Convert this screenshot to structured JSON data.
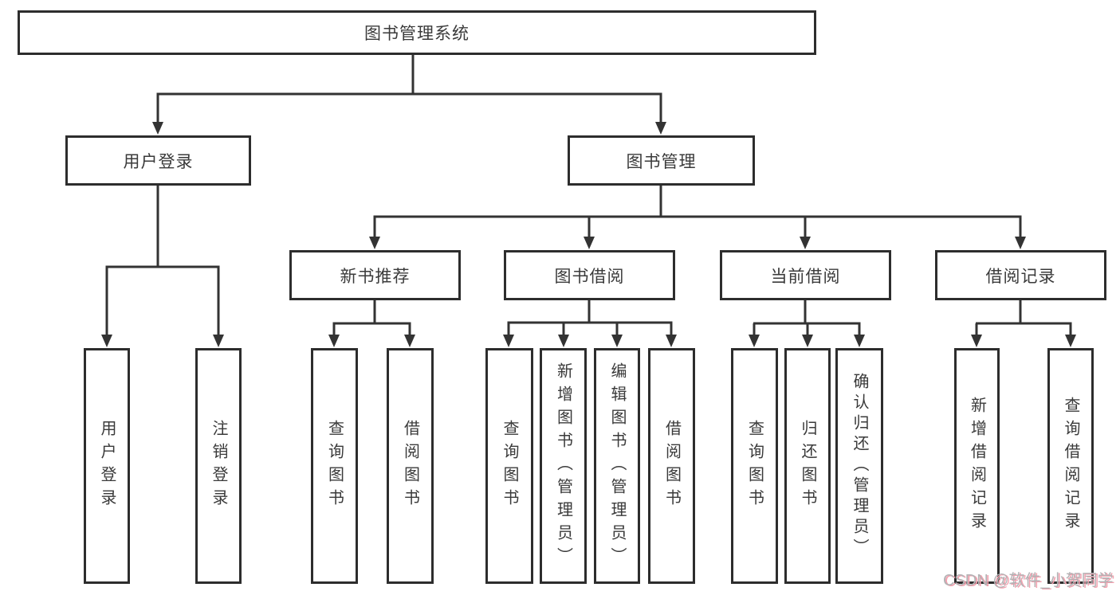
{
  "root": {
    "label": "图书管理系统"
  },
  "level1": [
    {
      "id": "user-login",
      "label": "用户登录"
    },
    {
      "id": "book-management",
      "label": "图书管理"
    }
  ],
  "level2": [
    {
      "id": "new-book-recommend",
      "label": "新书推荐",
      "parent": "图书管理"
    },
    {
      "id": "book-borrowing",
      "label": "图书借阅",
      "parent": "图书管理"
    },
    {
      "id": "current-borrowing",
      "label": "当前借阅",
      "parent": "图书管理"
    },
    {
      "id": "borrowing-records",
      "label": "借阅记录",
      "parent": "图书管理"
    }
  ],
  "leaves": [
    {
      "label": "用户登录",
      "parent": "用户登录"
    },
    {
      "label": "注销登录",
      "parent": "用户登录"
    },
    {
      "label": "查询图书",
      "parent": "新书推荐"
    },
    {
      "label": "借阅图书",
      "parent": "新书推荐"
    },
    {
      "label": "查询图书",
      "parent": "图书借阅"
    },
    {
      "label": "新增图书（管理员）",
      "parent": "图书借阅"
    },
    {
      "label": "编辑图书（管理员）",
      "parent": "图书借阅"
    },
    {
      "label": "借阅图书",
      "parent": "图书借阅"
    },
    {
      "label": "查询图书",
      "parent": "当前借阅"
    },
    {
      "label": "归还图书",
      "parent": "当前借阅"
    },
    {
      "label": "确认归还（管理员）",
      "parent": "当前借阅"
    },
    {
      "label": "新增借阅记录",
      "parent": "借阅记录"
    },
    {
      "label": "查询借阅记录",
      "parent": "借阅记录"
    }
  ],
  "watermark": {
    "text": "CSDN @软件_小贺同学"
  },
  "colors": {
    "line": "#333333",
    "box_border": "#2d2d2d",
    "text": "#3a3a3a",
    "background": "#ffffff",
    "watermark_gray": "#b3b3b5",
    "watermark_pink": "#f2a0ae"
  }
}
